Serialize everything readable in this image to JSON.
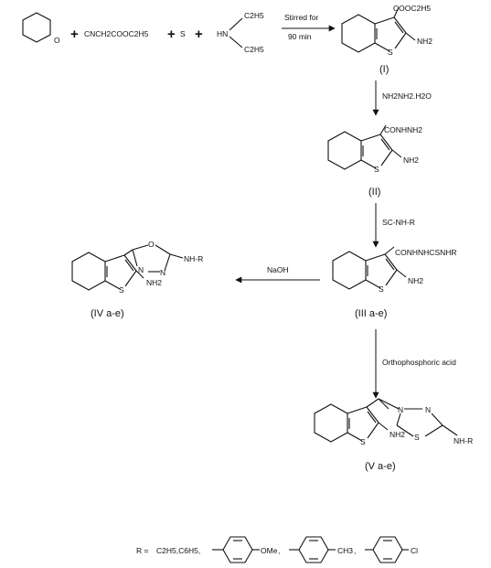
{
  "reactants": {
    "ketone_oxygen": "O",
    "cyanoester": "CNCH2COOC2H5",
    "sulfur": "S",
    "amine_nh": "HN",
    "amine_ethyl": "C2H5",
    "plus": "+"
  },
  "step1": {
    "condition_line1": "Stirred for",
    "condition_line2": "90 min"
  },
  "compound_I": {
    "label": "(I)",
    "ester": "COOC2H5",
    "amino": "NH2",
    "ring_s": "S"
  },
  "step2": {
    "reagent": "NH2NH2.H2O"
  },
  "compound_II": {
    "label": "(II)",
    "hydrazide": "CONHNH2",
    "amino": "NH2",
    "ring_s": "S"
  },
  "step3": {
    "reagent": "SC-NH-R"
  },
  "compound_III": {
    "label": "(III a-e)",
    "side_chain": "CONHNHCSNHR",
    "amino": "NH2",
    "ring_s": "S"
  },
  "step4": {
    "reagent": "NaOH"
  },
  "compound_IV": {
    "label": "(IV a-e)",
    "ring_o": "O",
    "ring_n": "N",
    "nh_r": "NH-R",
    "amino": "NH2",
    "ring_s": "S"
  },
  "step5": {
    "reagent": "Orthophosphoric acid"
  },
  "compound_V": {
    "label": "(V a-e)",
    "ring_n": "N",
    "ring_s": "S",
    "nh_r": "NH-R",
    "amino": "NH2",
    "thiophene_s": "S"
  },
  "r_groups": {
    "prefix": "R = ",
    "alkyl": "C2H5,C6H5,",
    "sub1": "OMe",
    "sub2": "CH3",
    "sub3": "Cl",
    "separator": ","
  }
}
